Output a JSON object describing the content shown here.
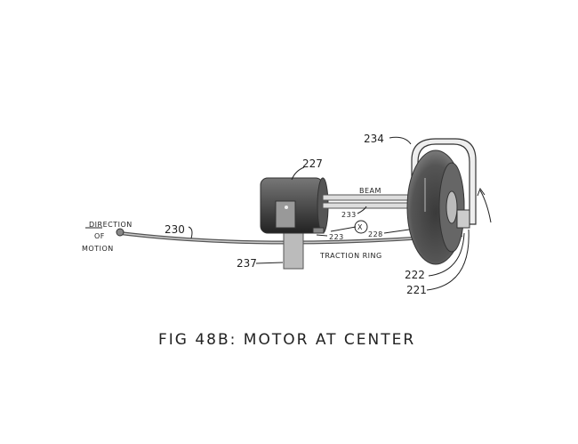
{
  "figure": {
    "caption": "FIG 48B: MOTOR AT CENTER",
    "labels": {
      "bracket": "234",
      "motor": "227",
      "beam": "BEAM",
      "beam_ref": "233",
      "x_mark": "X",
      "ref_223": "223",
      "ref_228": "228",
      "traction_ring_ref": "230",
      "direction_1": "DIRECTION",
      "direction_2": "OF",
      "direction_3": "MOTION",
      "shaft": "237",
      "traction_ring": "TRACTION RING",
      "ref_222": "222",
      "ref_221": "221"
    }
  }
}
